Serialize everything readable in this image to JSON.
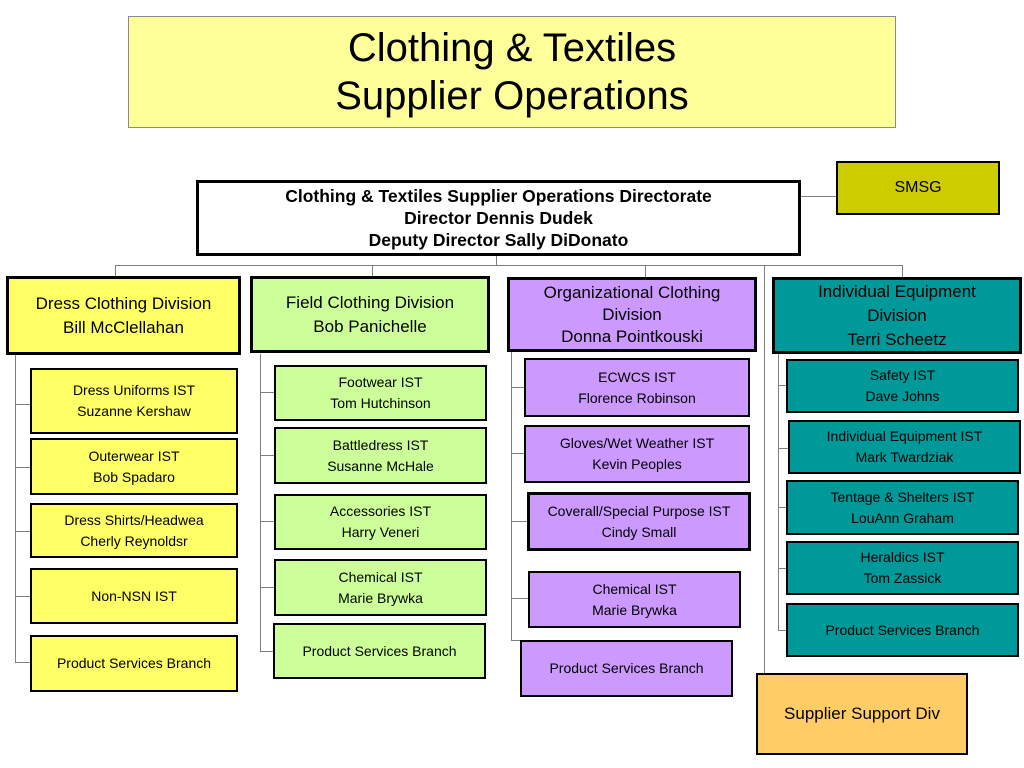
{
  "title": {
    "line1": "Clothing & Textiles",
    "line2": "Supplier Operations"
  },
  "directorate": {
    "name": "Clothing & Textiles Supplier Operations Directorate",
    "director": "Director  Dennis Dudek",
    "deputy": "Deputy Director  Sally DiDonato"
  },
  "smsg": {
    "label": "SMSG"
  },
  "divisions": [
    {
      "name": "Dress Clothing  Division",
      "head": "Bill McClellahan",
      "color": "#ffff66",
      "branches": [
        {
          "line1": "Dress Uniforms IST",
          "line2": "Suzanne Kershaw"
        },
        {
          "line1": "Outerwear IST",
          "line2": "Bob Spadaro"
        },
        {
          "line1": "Dress Shirts/Headwea",
          "line2": "Cherly Reynoldsr"
        },
        {
          "line1": "Non-NSN IST",
          "line2": ""
        },
        {
          "line1": "Product Services Branch",
          "line2": ""
        }
      ]
    },
    {
      "name": "Field Clothing Division",
      "head": "Bob Panichelle",
      "color": "#ccff99",
      "branches": [
        {
          "line1": "Footwear IST",
          "line2": "Tom Hutchinson"
        },
        {
          "line1": "Battledress IST",
          "line2": "Susanne McHale"
        },
        {
          "line1": "Accessories IST",
          "line2": "Harry Veneri"
        },
        {
          "line1": "Chemical IST",
          "line2": "Marie Brywka"
        },
        {
          "line1": "Product Services Branch",
          "line2": ""
        }
      ]
    },
    {
      "name": "Organizational Clothing",
      "name2": "Division",
      "head": "Donna Pointkouski",
      "color": "#cc99ff",
      "branches": [
        {
          "line1": "ECWCS IST",
          "line2": "Florence Robinson"
        },
        {
          "line1": "Gloves/Wet Weather IST",
          "line2": "Kevin Peoples"
        },
        {
          "line1": "Coverall/Special Purpose IST",
          "line2": "Cindy Small"
        },
        {
          "line1": "Chemical IST",
          "line2": "Marie Brywka"
        },
        {
          "line1": "Product Services Branch",
          "line2": ""
        }
      ]
    },
    {
      "name": "Individual Equipment",
      "name2": "Division",
      "head": "Terri Scheetz",
      "color": "#009999",
      "branches": [
        {
          "line1": "Safety IST",
          "line2": "Dave Johns"
        },
        {
          "line1": "Individual Equipment IST",
          "line2": "Mark Twardziak"
        },
        {
          "line1": "Tentage & Shelters IST",
          "line2": "LouAnn Graham"
        },
        {
          "line1": "Heraldics IST",
          "line2": "Tom Zassick"
        },
        {
          "line1": "Product Services Branch",
          "line2": ""
        }
      ]
    }
  ],
  "supplier_support": {
    "label": "Supplier Support Div"
  }
}
